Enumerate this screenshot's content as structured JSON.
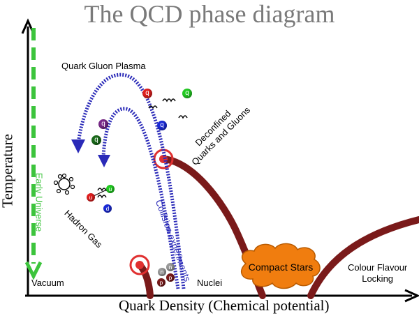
{
  "title": "The QCD phase diagram",
  "axes": {
    "x_label": "Quark Density (Chemical potential)",
    "y_label": "Temperature"
  },
  "regions": {
    "quark_gluon_plasma": "Quark Gluon Plasma",
    "deconfined_line1": "Deconfined",
    "deconfined_line2": "Quarks and Gluons",
    "hadron_gas": "Hadron Gas",
    "vacuum": "Vacuum",
    "nuclei": "Nuclei",
    "compact_stars": "Compact Stars",
    "cfl_line1": "Colour Flavour",
    "cfl_line2": "Locking"
  },
  "arrows": {
    "early_universe": "Early Universe",
    "collision_experiments": "Collision experiments"
  },
  "particles": {
    "quark": "q",
    "up": "u",
    "down": "d",
    "p": "p",
    "n": "n"
  },
  "colors": {
    "title": "#7a7a7a",
    "phase_line": "#7a1a1a",
    "early_universe": "#3cc43c",
    "collision": "#2a2ab8",
    "compact_stars": "#f07d0f",
    "critical_point": "#e03030",
    "quark_red": "#e02020",
    "quark_green": "#22cc22",
    "quark_blue": "#1a2ad8",
    "quark_purple": "#7a2a8a",
    "quark_darkgreen": "#1a6a1a"
  }
}
